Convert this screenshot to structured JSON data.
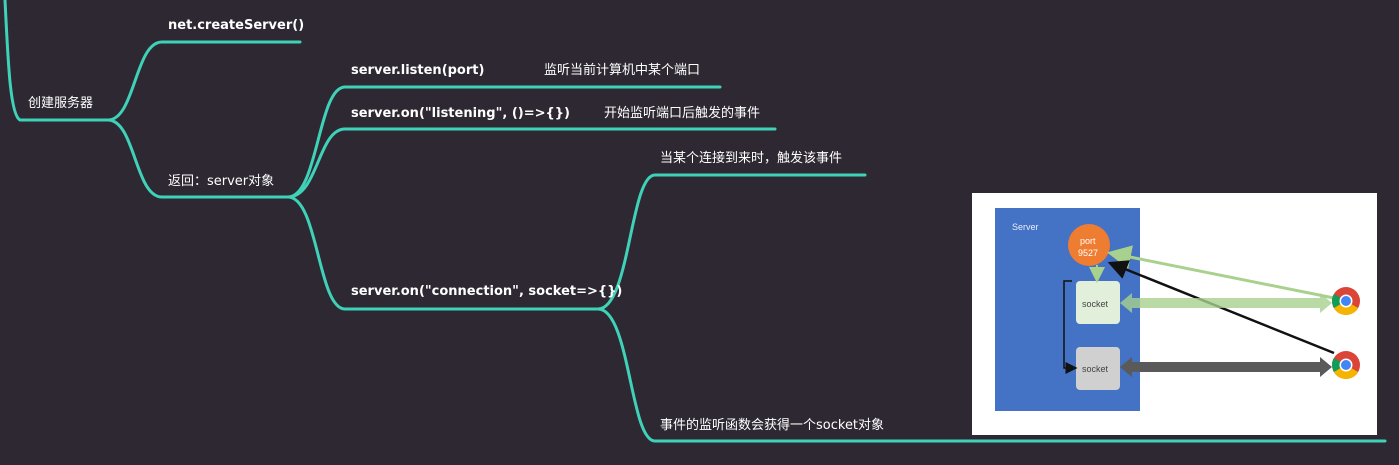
{
  "nodes": {
    "root": "创建服务器",
    "create_server": "net.createServer()",
    "return_server": "返回：server对象",
    "listen": "server.listen(port)",
    "listen_desc": "监听当前计算机中某个端口",
    "on_listening": "server.on(\"listening\", ()=>{})",
    "on_listening_desc": "开始监听端口后触发的事件",
    "on_connection": "server.on(\"connection\", socket=>{})",
    "conn_desc_1": "当某个连接到来时，触发该事件",
    "conn_desc_2": "事件的监听函数会获得一个socket对象"
  },
  "figure": {
    "server_label": "Server",
    "port_label": "port",
    "port_number": "9527",
    "socket_1": "socket",
    "socket_2": "socket",
    "browser_icon_1": "chrome-icon",
    "browser_icon_2": "chrome-icon",
    "colors": {
      "branch": "#3fd2b8",
      "server_box": "#4472c4",
      "port": "#ef7d31",
      "socket_1_fill": "#e2efda",
      "socket_2_fill": "#d0d0d0",
      "arrow_green": "#a9d18e",
      "arrow_dark": "#5a5a5a"
    }
  }
}
